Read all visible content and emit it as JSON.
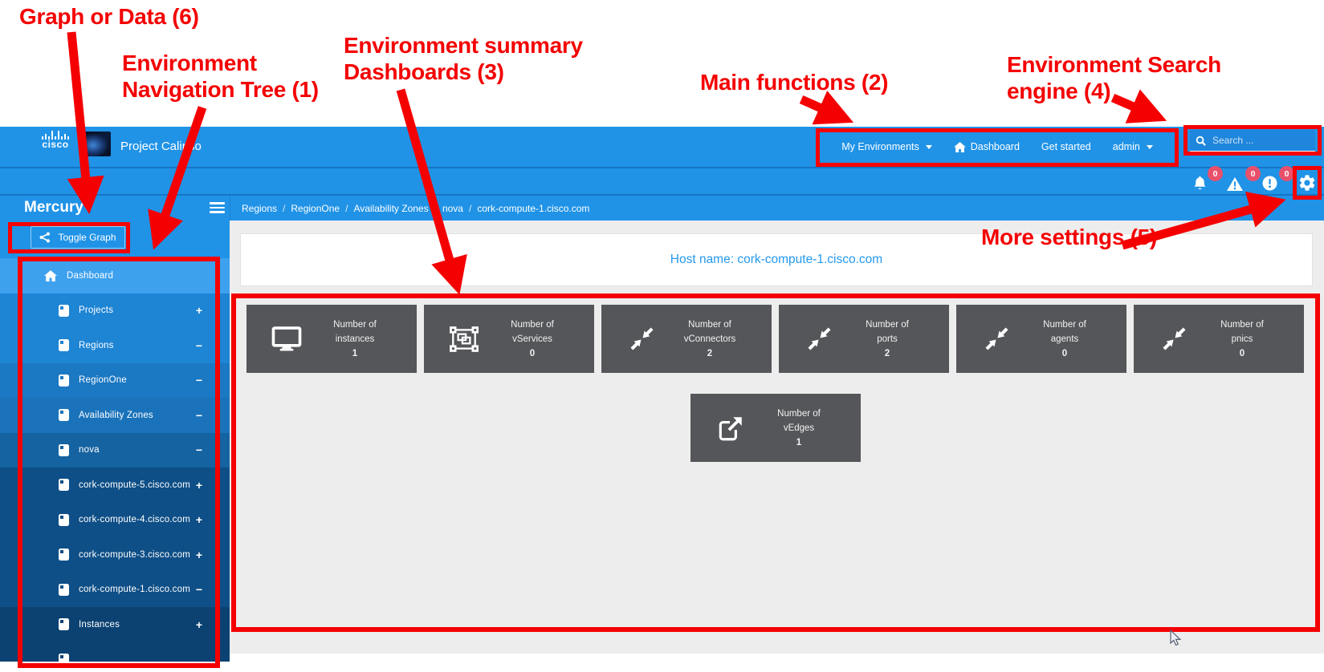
{
  "colors": {
    "header_blue": "#2093e7",
    "badge_pink": "#e9506b",
    "annotation_red": "#f40000",
    "tile_gray": "#55565a",
    "host_text_blue": "#2499ec"
  },
  "annotations": {
    "graph_or_data": "Graph or Data (6)",
    "env_nav_tree_line1": "Environment",
    "env_nav_tree_line2": "Navigation Tree (1)",
    "env_summary_line1": "Environment summary",
    "env_summary_line2": "Dashboards (3)",
    "main_functions": "Main functions (2)",
    "env_search_line1": "Environment Search",
    "env_search_line2": "engine (4)",
    "more_settings": "More settings (5)"
  },
  "header": {
    "logo": "cisco",
    "app_title": "Project Calipso",
    "nav": {
      "my_environments": "My Environments",
      "dashboard": "Dashboard",
      "get_started": "Get started",
      "admin": "admin"
    },
    "search_placeholder": "Search ..."
  },
  "notifications": {
    "alerts": "0",
    "warnings": "0",
    "errors": "0"
  },
  "sidebar": {
    "title": "Mercury",
    "toggle_graph": "Toggle Graph",
    "tree": [
      {
        "label": "Dashboard",
        "icon": "home",
        "depth": 1,
        "expander": ""
      },
      {
        "label": "Projects",
        "icon": "doc",
        "depth": 2,
        "expander": "+"
      },
      {
        "label": "Regions",
        "icon": "doc",
        "depth": 2,
        "expander": "−"
      },
      {
        "label": "RegionOne",
        "icon": "doc",
        "depth": 3,
        "expander": "−"
      },
      {
        "label": "Availability Zones",
        "icon": "doc",
        "depth": 4,
        "expander": "−"
      },
      {
        "label": "nova",
        "icon": "doc",
        "depth": 5,
        "expander": "−"
      },
      {
        "label": "cork-compute-5.cisco.com",
        "icon": "doc",
        "depth": 6,
        "expander": "+"
      },
      {
        "label": "cork-compute-4.cisco.com",
        "icon": "doc",
        "depth": 6,
        "expander": "+"
      },
      {
        "label": "cork-compute-3.cisco.com",
        "icon": "doc",
        "depth": 6,
        "expander": "+"
      },
      {
        "label": "cork-compute-1.cisco.com",
        "icon": "doc",
        "depth": 6,
        "expander": "−"
      },
      {
        "label": "Instances",
        "icon": "doc",
        "depth": 7,
        "expander": "+"
      },
      {
        "label": "",
        "icon": "doc",
        "depth": 7,
        "expander": ""
      }
    ]
  },
  "breadcrumb": [
    "Regions",
    "RegionOne",
    "Availability Zones",
    "nova",
    "cork-compute-1.cisco.com"
  ],
  "main": {
    "host_title": "Host name: cork-compute-1.cisco.com",
    "tiles": [
      {
        "icon": "monitor",
        "line1": "Number of",
        "line2": "instances",
        "value": "1"
      },
      {
        "icon": "object-group",
        "line1": "Number of",
        "line2": "vServices",
        "value": "0"
      },
      {
        "icon": "compress",
        "line1": "Number of",
        "line2": "vConnectors",
        "value": "2"
      },
      {
        "icon": "compress",
        "line1": "Number of",
        "line2": "ports",
        "value": "2"
      },
      {
        "icon": "compress",
        "line1": "Number of",
        "line2": "agents",
        "value": "0"
      },
      {
        "icon": "compress",
        "line1": "Number of",
        "line2": "pnics",
        "value": "0"
      }
    ],
    "vedges_tile": {
      "icon": "external-link",
      "line1": "Number of",
      "line2": "vEdges",
      "value": "1"
    }
  }
}
